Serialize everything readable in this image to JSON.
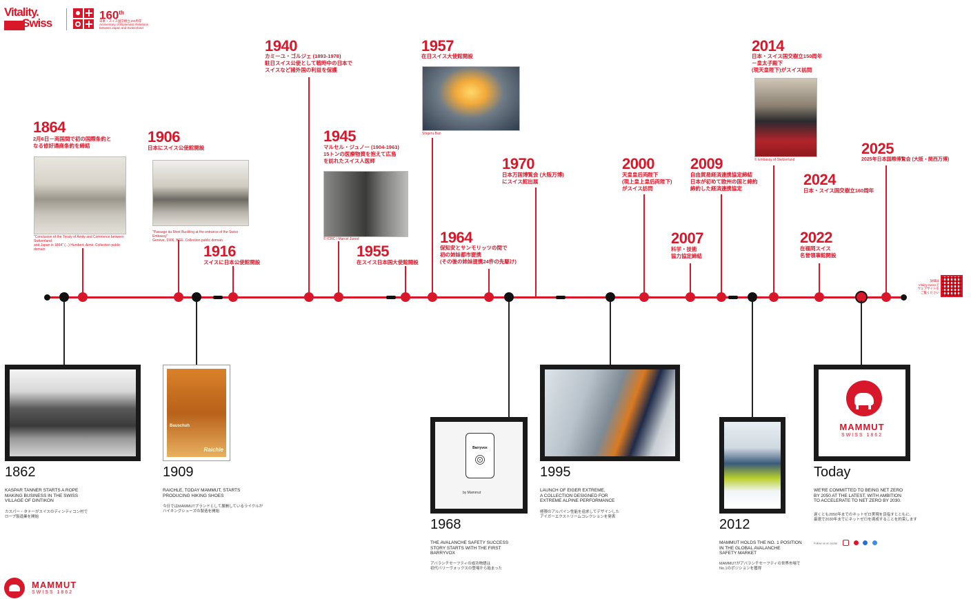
{
  "header": {
    "brand_line1": "Vitality.",
    "brand_line2": "Swiss",
    "anniv_number": "160",
    "anniv_sup": "th",
    "anniv_jp": "日本・スイス国交樹立160周年",
    "anniv_en_1": "Anniversary of Diplomatic Relations",
    "anniv_en_2": "between Japan and Switzerland"
  },
  "colors": {
    "accent": "#d7182a",
    "dark": "#111111"
  },
  "top_events": [
    {
      "year": "1864",
      "text": "2月6日－両国間で初の国際条約と\nなる修好通商条約を締結"
    },
    {
      "year": "1906",
      "text": "日本にスイス公使館開設"
    },
    {
      "year": "1916",
      "text": "スイスに日本公使館開設"
    },
    {
      "year": "1940",
      "text": "カミーユ・ゴルジェ (1893-1978)\n駐日スイス公使として戦時中の日本で\nスイスなど諸外国の利益を保護"
    },
    {
      "year": "1945",
      "text": "マルセル・ジュノー (1904-1961)\n15トンの医療物資を抱えて広島\nを訪れたスイス人医師"
    },
    {
      "year": "1955",
      "text": "在スイス日本国大使館開設"
    },
    {
      "year": "1957",
      "text": "在日スイス大使館開設"
    },
    {
      "year": "1964",
      "text": "保知安とサンモリッツの間で\n初の姉妹都市提携\n(その後の姉妹提携24件の先駆け)"
    },
    {
      "year": "1970",
      "text": "日本万国博覧会 (大阪万博)\nにスイス館出展"
    },
    {
      "year": "2000",
      "text": "天皇皇后両陛下\n(現上皇上皇后両陛下)\nがスイス訪問"
    },
    {
      "year": "2007",
      "text": "科学・技術\n協力協定締結"
    },
    {
      "year": "2009",
      "text": "自由貿易経済連携協定締結\n日本が初めて欧州の国と締約\n締約した経済連携協定"
    },
    {
      "year": "2014",
      "text": "日本・スイス国交樹立150周年\n－皇太子殿下\n(現天皇陛下)がスイス訪問"
    },
    {
      "year": "2022",
      "text": "在福岡スイス\n名誉領事館開設"
    },
    {
      "year": "2024",
      "text": "日本・スイス国交樹立160周年"
    },
    {
      "year": "2025",
      "text": "2025年日本国際博覧会 (大阪・関西万博)"
    }
  ],
  "photo_captions": {
    "p1864": "\"Conclusion of the Treaty of Amity and Commerce between Switzerland\nand Japan in 1864\" (...) Humbert, Aimé. Collection public domain",
    "p1906": "\"Passage du Mont Buckling at the entrance of the Swiss Embassy\"\nGenève, 1906, BGE. Collection public domain",
    "p1945": "© ICRC / Marcel Junod",
    "p1957": "Shigeru Ban",
    "p2014": "© Embassy of Switzerland"
  },
  "mammut_events": [
    {
      "year": "1862",
      "en": "Kaspar Tanner starts a rope\nmaking business in the Swiss\nvillage of Dintikon",
      "jp": "カスパー・タナーがスイスのディンティコン村で\nロープ製造業を開始"
    },
    {
      "year": "1909",
      "en": "Raichle, today Mammut, starts\nproducing hiking shoes",
      "jp": "今日ではMAMMUTブランドとして展開しているライクルが\nハイキングシューズの製造を開始"
    },
    {
      "year": "1968",
      "en": "The avalanche safety success\nstory starts with the first\nBarryvox",
      "jp": "アバランチセーフティの成功物語は\n初代バリーヴォックスの登場から始まった"
    },
    {
      "year": "1995",
      "en": "Launch of Eiger Extreme,\na collection designed for\nextreme alpine performance",
      "jp": "極限のアルパイン性能を追求してデザインした\nアイガーエクストリームコレクションを発表"
    },
    {
      "year": "2012",
      "en": "Mammut holds the No. 1 position\nin the global avalanche\nsafety market",
      "jp": "MAMMUTがアバランチセーフティの世界市場で\nNo.1のポジションを獲得"
    },
    {
      "year": "Today",
      "en": "We're committed to being net zero\nby 2050 at the latest, with ambition\nto accelerate to net zero by 2030.",
      "jp": "遅くとも2050年までのネットゼロ実現を目指すとともに、\n最速で2030年までにネットゼロを達成することを約束します"
    }
  ],
  "photo_labels": {
    "barryvox": "Barryvox",
    "barryvox_jp": "by Mammut",
    "shoe_poster_1": "Bauschuh",
    "shoe_poster_2": "Raichle",
    "today_brand": "MAMMUT",
    "today_sub": "SWISS 1862"
  },
  "qr": {
    "label": "詳細は\nVitality.Swissで\nウェブサイトを\nご覧ください"
  },
  "footer": {
    "brand": "MAMMUT",
    "sub": "SWISS 1862",
    "social_text": "Follow us on social"
  }
}
